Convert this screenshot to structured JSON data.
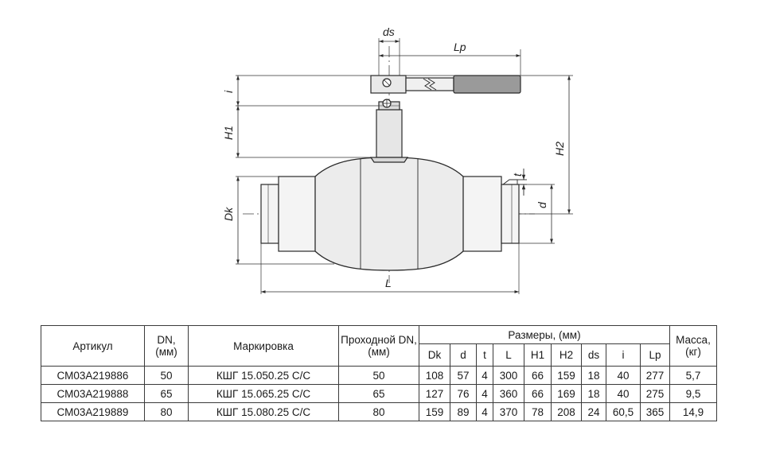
{
  "drawing": {
    "dim_labels": {
      "ds": "ds",
      "lp": "Lp",
      "i": "i",
      "h1": "H1",
      "h2": "H2",
      "dk": "Dk",
      "d": "d",
      "t": "t",
      "l": "L"
    },
    "colors": {
      "line": "#2a2a2a",
      "body_fill": "#ececec",
      "handle_fill": "#9a9a9a"
    }
  },
  "table": {
    "headers": {
      "article": "Артикул",
      "dn": "DN, (мм)",
      "marking": "Маркировка",
      "passage": "Проходной DN, (мм)",
      "dimensions": "Размеры, (мм)",
      "mass": "Масса, (кг)"
    },
    "sub_headers": [
      "Dk",
      "d",
      "t",
      "L",
      "H1",
      "H2",
      "ds",
      "i",
      "Lp"
    ],
    "rows": [
      {
        "article": "СМ03А219886",
        "dn": "50",
        "marking": "КШГ 15.050.25 С/С",
        "passage": "50",
        "dims": [
          "108",
          "57",
          "4",
          "300",
          "66",
          "159",
          "18",
          "40",
          "277"
        ],
        "mass": "5,7"
      },
      {
        "article": "СМ03А219888",
        "dn": "65",
        "marking": "КШГ 15.065.25 С/С",
        "passage": "65",
        "dims": [
          "127",
          "76",
          "4",
          "360",
          "66",
          "169",
          "18",
          "40",
          "275"
        ],
        "mass": "9,5"
      },
      {
        "article": "СМ03А219889",
        "dn": "80",
        "marking": "КШГ 15.080.25 С/С",
        "passage": "80",
        "dims": [
          "159",
          "89",
          "4",
          "370",
          "78",
          "208",
          "24",
          "60,5",
          "365"
        ],
        "mass": "14,9"
      }
    ]
  }
}
